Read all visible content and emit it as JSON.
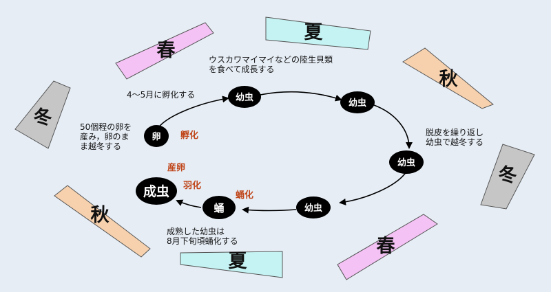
{
  "colors": {
    "spring": "#f4c2f4",
    "summer": "#c5f3f3",
    "autumn": "#f7d1ad",
    "winter": "#c6c6c6",
    "node": "#000000",
    "accent": "#c0461a",
    "background": "#e6edf5"
  },
  "seasons": {
    "spring_top": "春",
    "summer_top": "夏",
    "autumn_right": "秋",
    "winter_right": "冬",
    "spring_bottom": "春",
    "summer_bottom": "夏",
    "autumn_left": "秋",
    "winter_left": "冬"
  },
  "stages": {
    "egg": "卵",
    "larva_1": "幼虫",
    "larva_2": "幼虫",
    "larva_3": "幼虫",
    "larva_4": "幼虫",
    "pupa": "蛹",
    "adult": "成虫"
  },
  "labels": {
    "hatching": "孵化",
    "laying": "産卵",
    "emergence": "羽化",
    "pupation": "蛹化"
  },
  "notes": {
    "food_line1": "ウスカワマイマイなどの陸生貝類",
    "food_line2": "を食べて成長する",
    "hatch_time": "4～5月に孵化する",
    "egg_line1": "50個程の卵を",
    "egg_line2": "産み，卵のま",
    "egg_line3": "ま越冬する",
    "molt_line1": "脱皮を繰り返し",
    "molt_line2": "幼虫で越冬する",
    "pupate_line1": "成熟した幼虫は",
    "pupate_line2": "8月下旬頃蛹化する"
  }
}
